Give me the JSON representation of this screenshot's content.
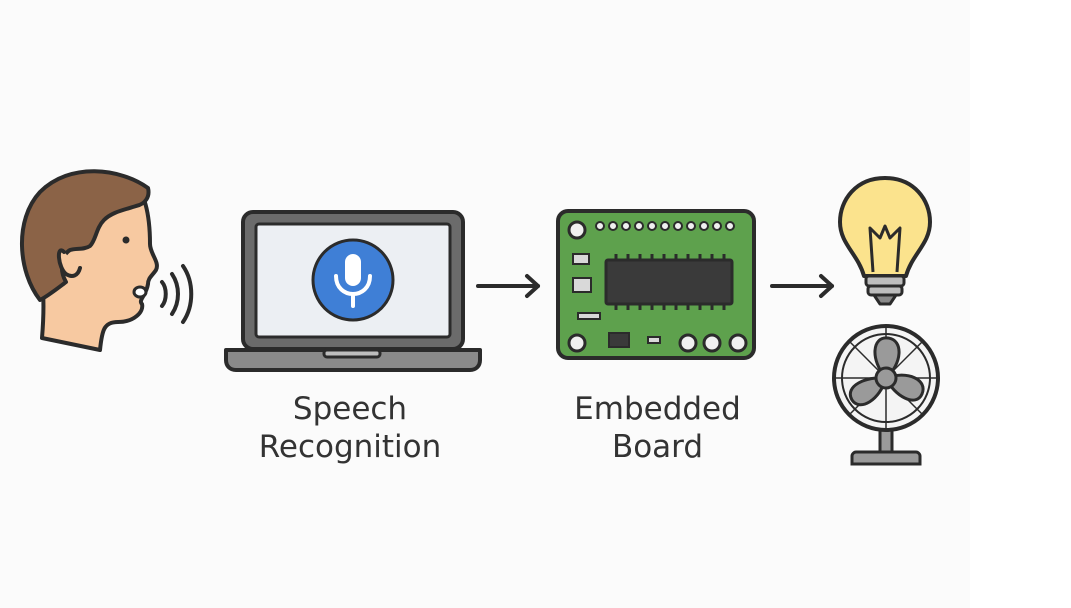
{
  "diagram": {
    "nodes": {
      "speaker": {
        "icon": "speaking-person-icon"
      },
      "speech_recognition": {
        "icon": "laptop-microphone-icon",
        "label_lines": [
          "Speech",
          "Recognition"
        ]
      },
      "embedded_board": {
        "icon": "circuit-board-icon",
        "label_lines": [
          "Embedded",
          "Board"
        ]
      },
      "outputs": {
        "icons": [
          "light-bulb-icon",
          "electric-fan-icon"
        ]
      }
    },
    "edges": [
      {
        "from": "speech_recognition",
        "to": "embedded_board",
        "icon": "arrow-right-icon"
      },
      {
        "from": "embedded_board",
        "to": "outputs",
        "icon": "arrow-right-icon"
      }
    ],
    "colors": {
      "outline": "#2b2b2b",
      "skin": "#f7c9a1",
      "hair": "#8b6347",
      "mic_circle": "#3f7fd6",
      "screen": "#eceff3",
      "laptop_body": "#6b6b6b",
      "board": "#5ea14d",
      "board_dots": "#f0f0f0",
      "chip": "#3a3a3a",
      "bulb": "#fbe38d",
      "fan": "#9a9a9a",
      "text": "#333333"
    }
  }
}
